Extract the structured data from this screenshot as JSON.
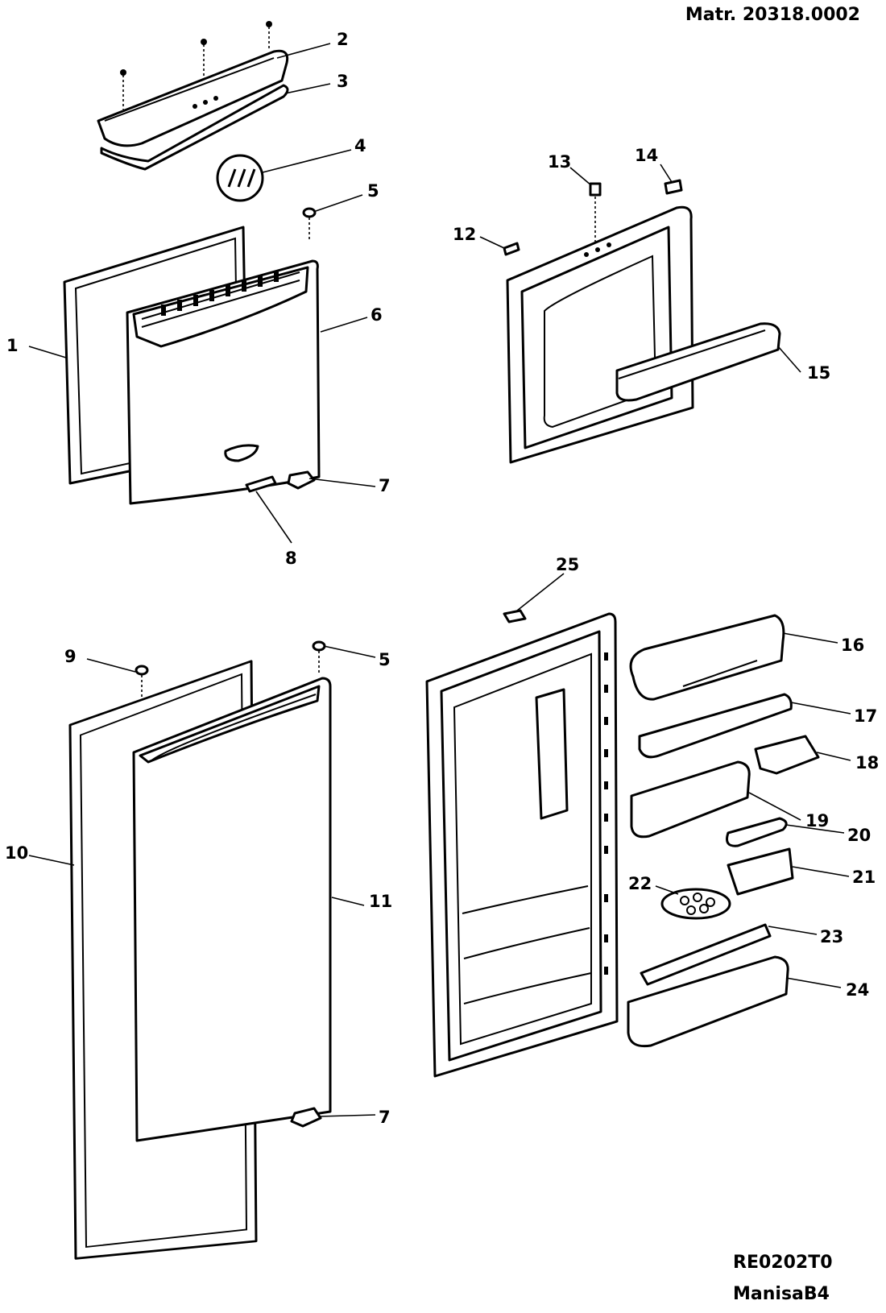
{
  "header": {
    "material_code": "Matr. 20318.0002"
  },
  "footer": {
    "drawing_code": "RE0202T0",
    "model": "ManisaB4"
  },
  "callouts": [
    "1",
    "2",
    "3",
    "4",
    "5",
    "6",
    "7",
    "8",
    "9",
    "10",
    "11",
    "12",
    "13",
    "14",
    "15",
    "16",
    "17",
    "18",
    "19",
    "20",
    "21",
    "22",
    "23",
    "24",
    "25"
  ],
  "callout_repeats": {
    "5b": "5",
    "7b": "7"
  }
}
